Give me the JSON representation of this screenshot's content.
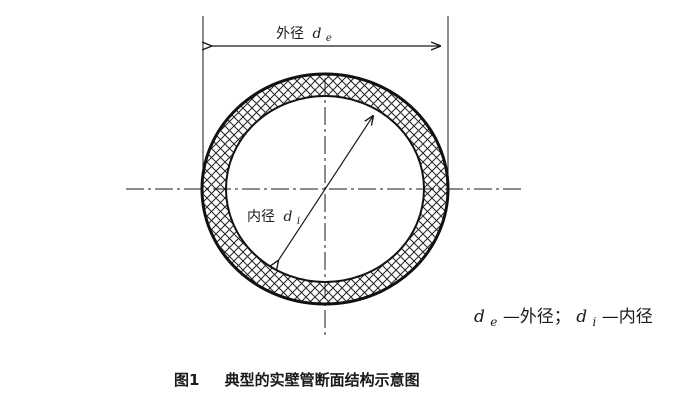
{
  "diagram": {
    "outer_label": {
      "prefix": "外径",
      "symbol": "d",
      "subscript": "e"
    },
    "inner_label": {
      "prefix": "内径",
      "symbol": "d",
      "subscript": "i"
    },
    "legend": {
      "outer_symbol": "d",
      "outer_subscript": "e",
      "outer_text": "—外径；",
      "inner_symbol": "d",
      "inner_subscript": "i",
      "inner_text": "—内径"
    },
    "caption": {
      "number": "图1",
      "title": "典型的实壁管断面结构示意图"
    }
  }
}
